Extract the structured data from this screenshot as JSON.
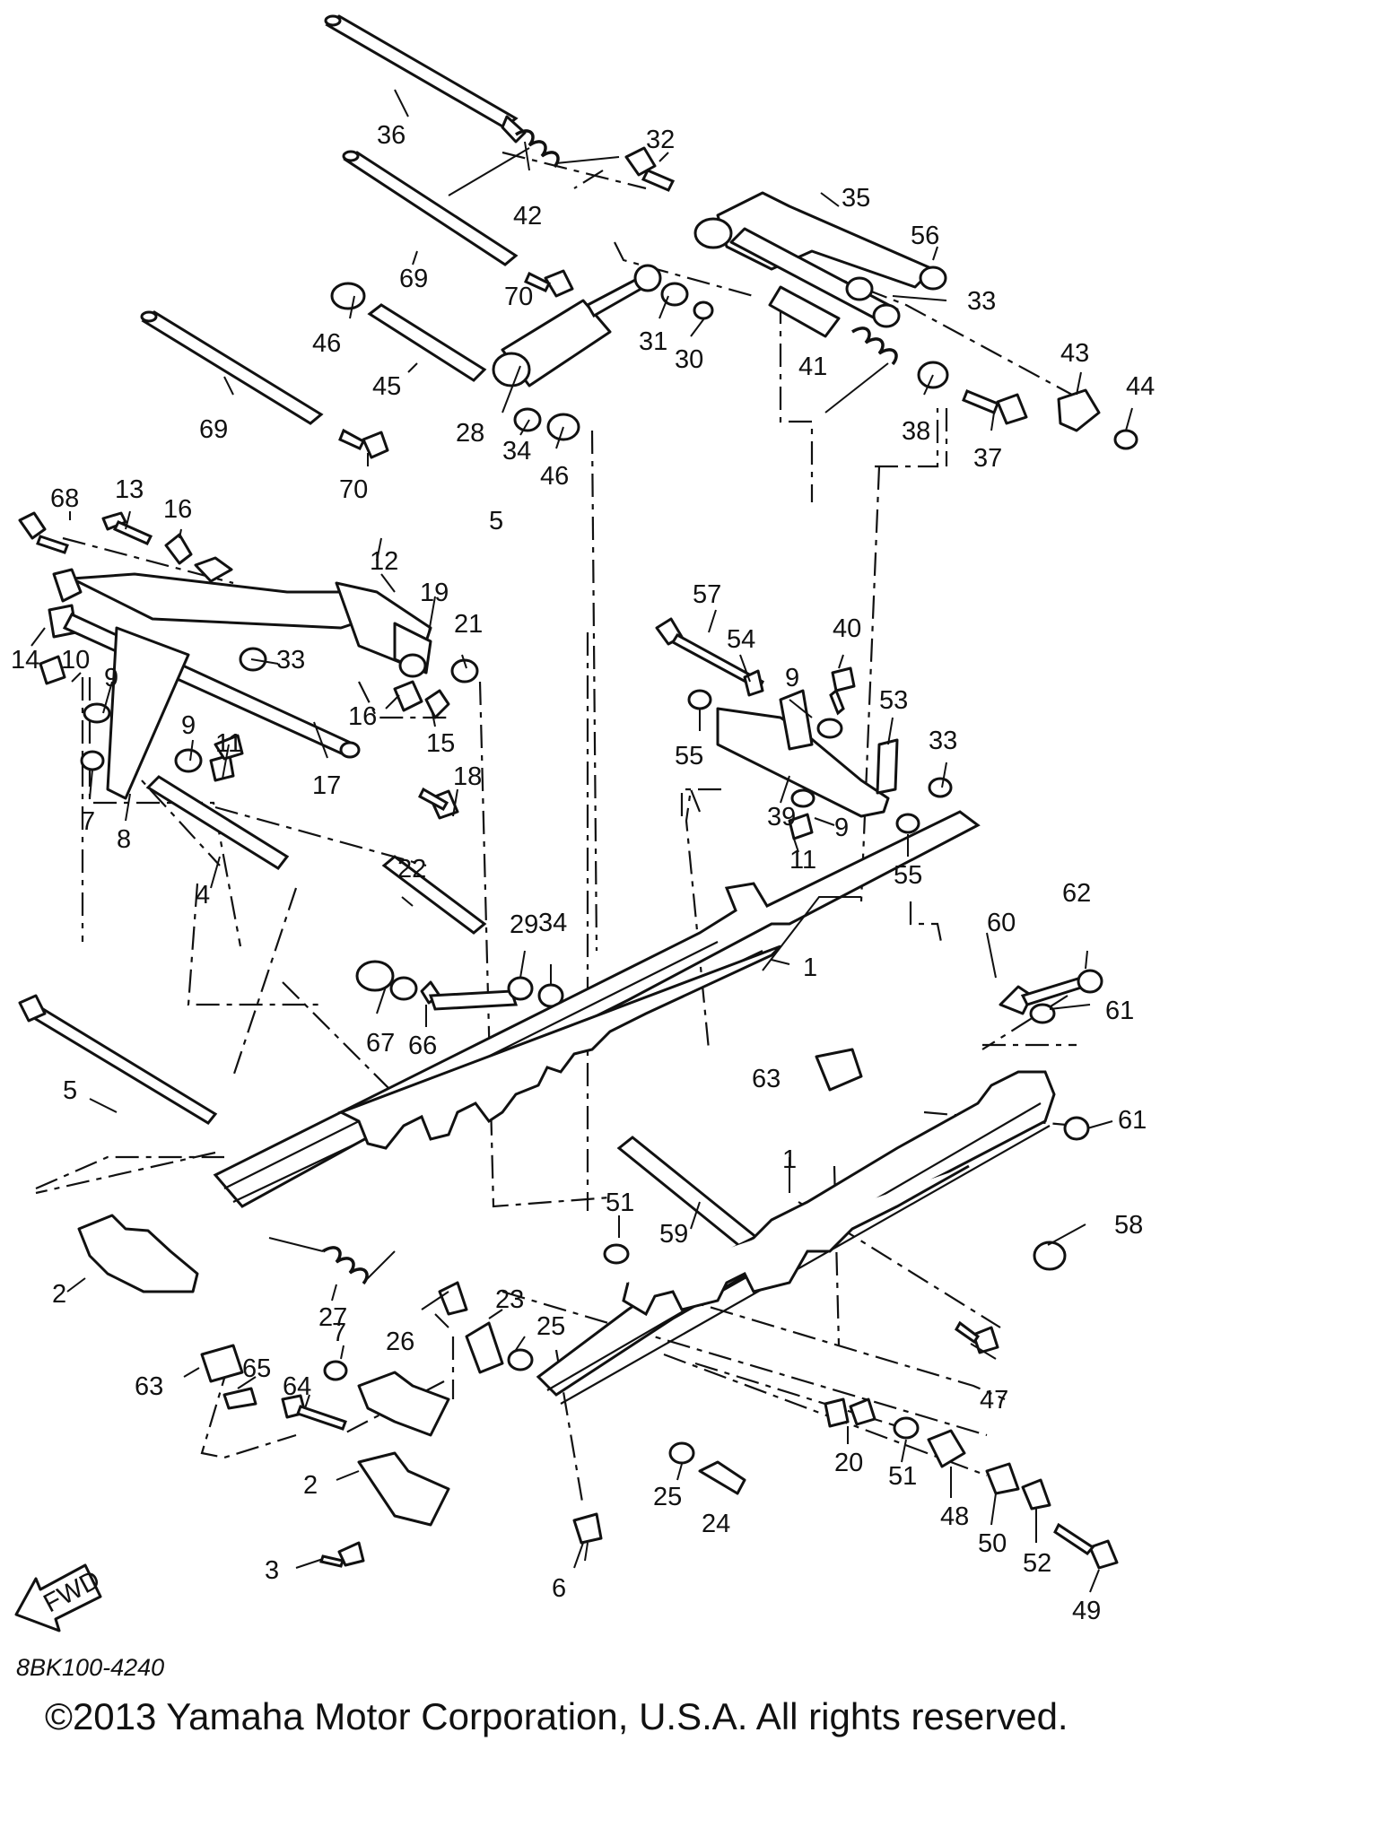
{
  "diagram": {
    "callouts": [
      "36",
      "42",
      "32",
      "35",
      "56",
      "69",
      "70",
      "46",
      "45",
      "31",
      "30",
      "33",
      "41",
      "43",
      "44",
      "28",
      "34",
      "46",
      "38",
      "37",
      "69",
      "70",
      "68",
      "13",
      "16",
      "5",
      "12",
      "19",
      "21",
      "14",
      "10",
      "9",
      "33",
      "16",
      "15",
      "9",
      "11",
      "17",
      "18",
      "7",
      "8",
      "4",
      "57",
      "54",
      "40",
      "9",
      "53",
      "33",
      "55",
      "39",
      "9",
      "11",
      "55",
      "22",
      "29",
      "34",
      "67",
      "66",
      "1",
      "62",
      "60",
      "61",
      "5",
      "63",
      "61",
      "51",
      "59",
      "1",
      "58",
      "2",
      "27",
      "26",
      "23",
      "25",
      "47",
      "63",
      "65",
      "7",
      "64",
      "20",
      "51",
      "2",
      "25",
      "24",
      "48",
      "50",
      "52",
      "49",
      "3",
      "6"
    ],
    "fwd_label": "FWD",
    "drawing_code": "8BK100-4240"
  },
  "footer": {
    "copyright": "©2013 Yamaha Motor Corporation, U.S.A. All rights reserved."
  }
}
